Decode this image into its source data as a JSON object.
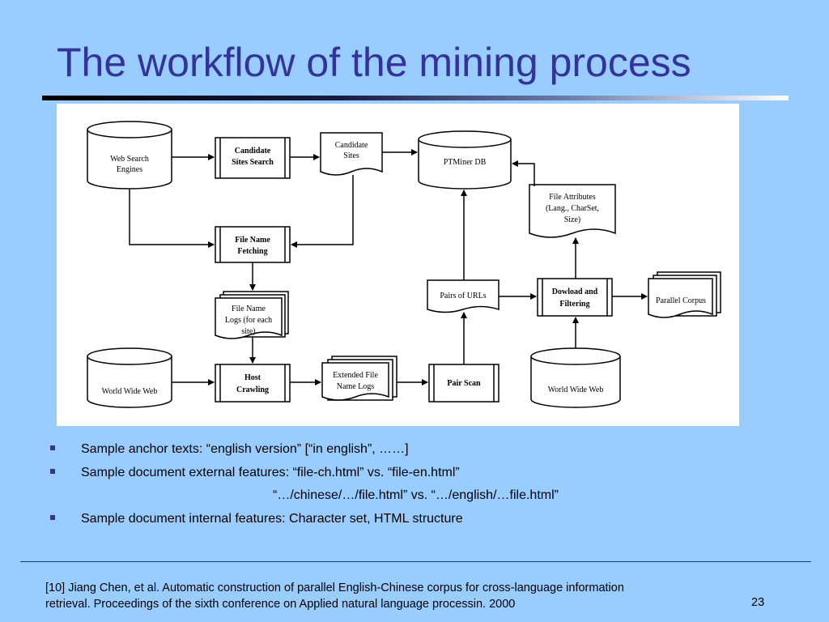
{
  "slide": {
    "title": "The workflow of the mining process",
    "page_number": "23"
  },
  "diagram": {
    "web_search_engines": [
      "Web Search",
      "Engines"
    ],
    "candidate_sites_search": [
      "Candidate",
      "Sites Search"
    ],
    "candidate_sites": [
      "Candidate",
      "Sites"
    ],
    "ptminer_db": "PTMiner DB",
    "file_attributes": [
      "File Attributes",
      "(Lang., CharSet,",
      "Size)"
    ],
    "file_name_fetching": [
      "File Name",
      "Fetching"
    ],
    "file_name_logs": [
      "File Name",
      "Logs (for each",
      "site)"
    ],
    "pairs_of_urls": "Pairs of URLs",
    "download_filtering": [
      "Dowload and",
      "Filtering"
    ],
    "parallel_corpus": "Parallel Corpus",
    "world_wide_web_left": "World Wide Web",
    "host_crawling": [
      "Host",
      "Crawling"
    ],
    "extended_file_name_logs": [
      "Extended File",
      "Name Logs"
    ],
    "pair_scan": "Pair Scan",
    "world_wide_web_right": "World Wide Web"
  },
  "bullets": [
    "Sample anchor texts:  “english version”  [“in english”, ……]",
    "Sample document external features: “file-ch.html” vs. “file-en.html”",
    "Sample document internal features: Character set, HTML structure"
  ],
  "bullet2_continuation": "“…/chinese/…/file.html” vs. “…/english/…file.html”",
  "footnote": {
    "line1": "[10] Jiang Chen, et al. Automatic construction of parallel English-Chinese corpus for cross-language information",
    "line2": "retrieval. Proceedings of the sixth conference on Applied natural language processin. 2000"
  }
}
